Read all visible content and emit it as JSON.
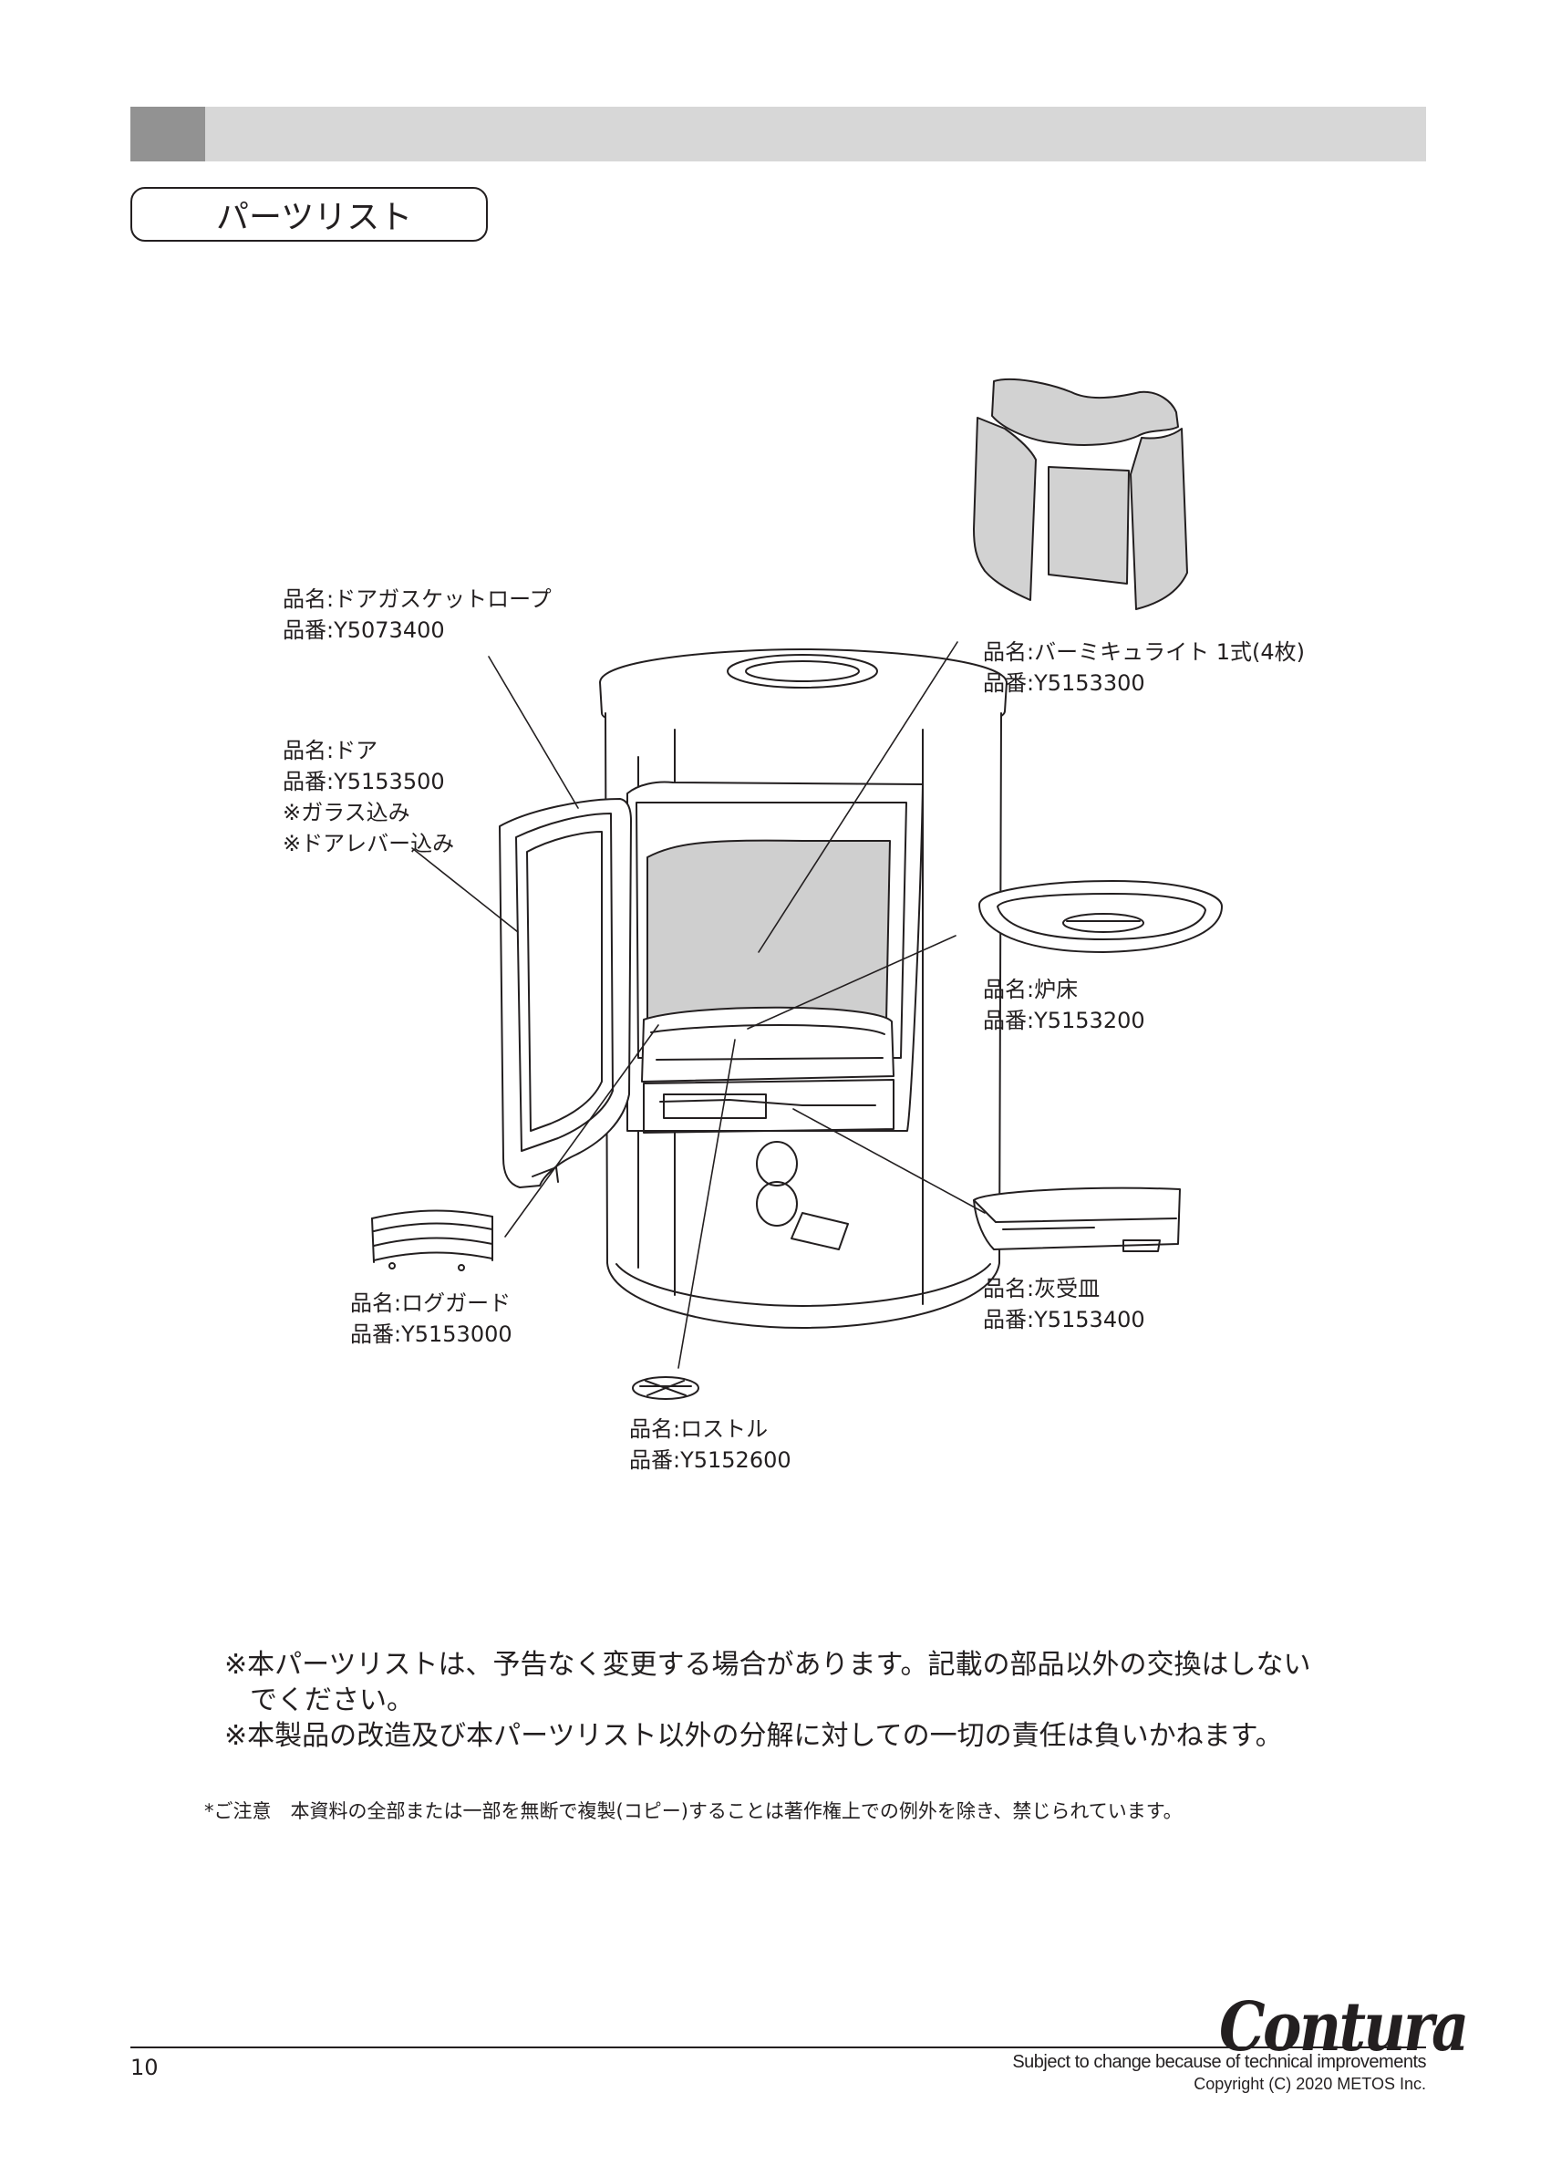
{
  "section": {
    "title": "パーツリスト"
  },
  "parts": {
    "door_gasket": {
      "name": "品名:ドアガスケットロープ",
      "number": "品番:Y5073400"
    },
    "door": {
      "name": "品名:ドア",
      "number": "品番:Y5153500",
      "note1": "※ガラス込み",
      "note2": "※ドアレバー込み"
    },
    "vermiculite": {
      "name": "品名:バーミキュライト 1式(4枚)",
      "number": "品番:Y5153300"
    },
    "hearth_floor": {
      "name": "品名:炉床",
      "number": "品番:Y5153200"
    },
    "ash_pan": {
      "name": "品名:灰受皿",
      "number": "品番:Y5153400"
    },
    "log_guard": {
      "name": "品名:ログガード",
      "number": "品番:Y5153000"
    },
    "grate": {
      "name": "品名:ロストル",
      "number": "品番:Y5152600"
    }
  },
  "notice": {
    "line1": "※本パーツリストは、予告なく変更する場合があります。記載の部品以外の交換はしない",
    "line2": "でください。",
    "line3": "※本製品の改造及び本パーツリスト以外の分解に対しての一切の責任は負いかねます。"
  },
  "caution": "*ご注意　本資料の全部または一部を無断で複製(コピー)することは著作権上での例外を除き、禁じられています。",
  "footer": {
    "brand": "Contura",
    "page_number": "10",
    "subject": "Subject to change because of technical improvements",
    "copyright": "Copyright (C) 2020 METOS Inc."
  }
}
